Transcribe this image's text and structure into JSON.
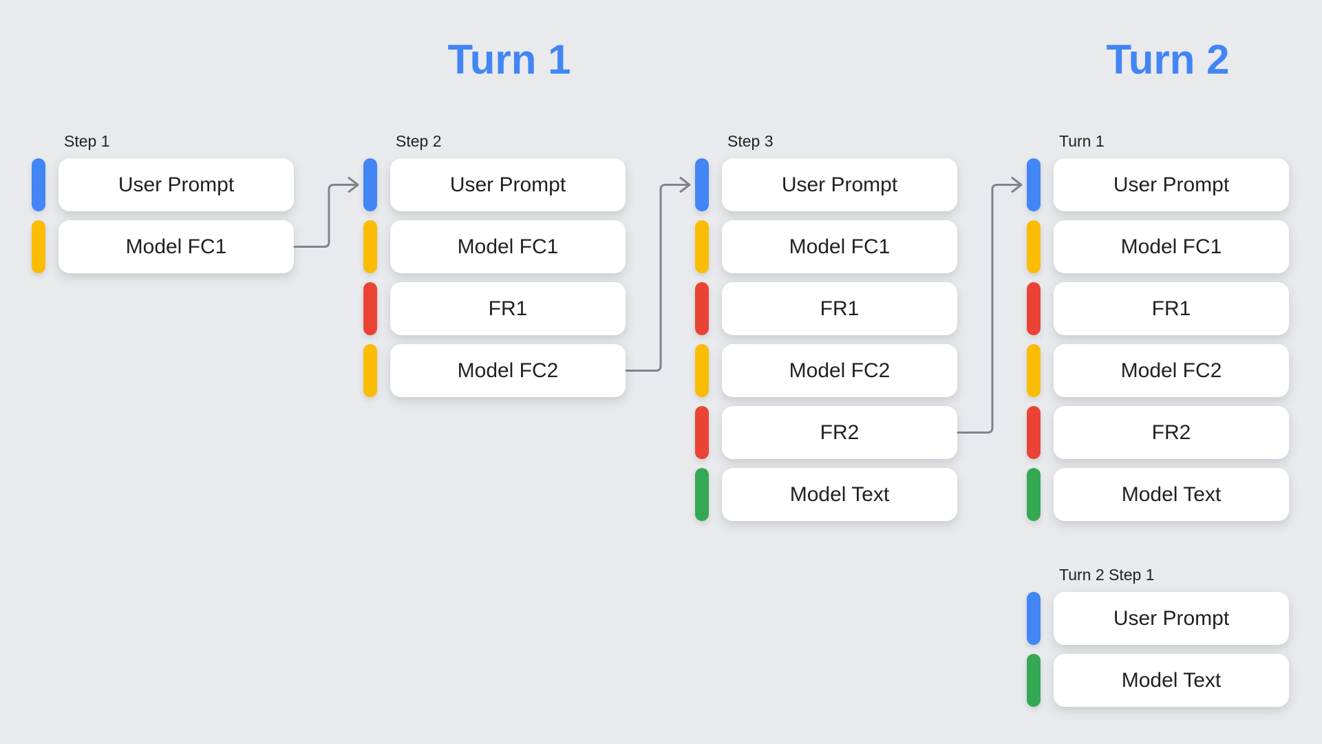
{
  "palette": {
    "background": "#E8EAED",
    "heading_blue": "#4285F4",
    "bar_blue": "#4285F4",
    "bar_yellow": "#FBBC04",
    "bar_red": "#EA4335",
    "bar_green": "#34A853",
    "connector_gray": "#7D848C",
    "card_bg": "#FFFFFF",
    "text_dark": "#202124"
  },
  "headings": [
    {
      "label": "Turn 1"
    },
    {
      "label": "Turn 2"
    }
  ],
  "columns": [
    {
      "label": "Step 1",
      "cards": [
        {
          "text": "User Prompt",
          "color": "blue"
        },
        {
          "text": "Model FC1",
          "color": "yellow"
        }
      ]
    },
    {
      "label": "Step 2",
      "cards": [
        {
          "text": "User Prompt",
          "color": "blue"
        },
        {
          "text": "Model FC1",
          "color": "yellow"
        },
        {
          "text": "FR1",
          "color": "red"
        },
        {
          "text": "Model FC2",
          "color": "yellow"
        }
      ]
    },
    {
      "label": "Step 3",
      "cards": [
        {
          "text": "User Prompt",
          "color": "blue"
        },
        {
          "text": "Model FC1",
          "color": "yellow"
        },
        {
          "text": "FR1",
          "color": "red"
        },
        {
          "text": "Model FC2",
          "color": "yellow"
        },
        {
          "text": "FR2",
          "color": "red"
        },
        {
          "text": "Model Text",
          "color": "green"
        }
      ]
    },
    {
      "label": "Turn 1",
      "cards": [
        {
          "text": "User Prompt",
          "color": "blue"
        },
        {
          "text": "Model FC1",
          "color": "yellow"
        },
        {
          "text": "FR1",
          "color": "red"
        },
        {
          "text": "Model FC2",
          "color": "yellow"
        },
        {
          "text": "FR2",
          "color": "red"
        },
        {
          "text": "Model Text",
          "color": "green"
        }
      ]
    },
    {
      "label": "Turn 2 Step 1",
      "cards": [
        {
          "text": "User Prompt",
          "color": "blue"
        },
        {
          "text": "Model Text",
          "color": "green"
        }
      ]
    }
  ],
  "connectors": [
    {
      "from_column": 0,
      "from_card": 1,
      "to_column": 1,
      "to_card": 0
    },
    {
      "from_column": 1,
      "from_card": 3,
      "to_column": 2,
      "to_card": 0
    },
    {
      "from_column": 2,
      "from_card": 4,
      "to_column": 3,
      "to_card": 0
    }
  ]
}
